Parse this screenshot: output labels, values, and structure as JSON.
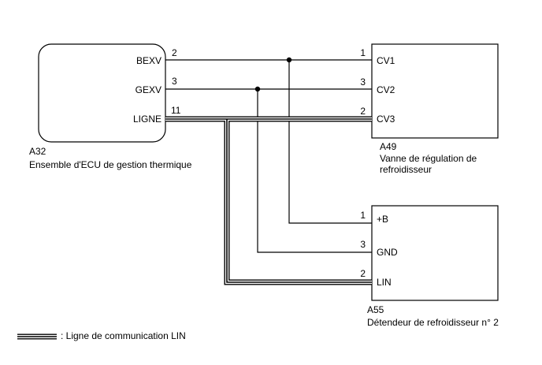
{
  "components": {
    "a32": {
      "id": "A32",
      "name": "Ensemble d'ECU de gestion thermique",
      "pins": [
        {
          "label": "BEXV",
          "number": "2"
        },
        {
          "label": "GEXV",
          "number": "3"
        },
        {
          "label": "LIGNE",
          "number": "11"
        }
      ]
    },
    "a49": {
      "id": "A49",
      "name_line1": "Vanne de régulation de",
      "name_line2": "refroidisseur",
      "pins": [
        {
          "label": "CV1",
          "number": "1"
        },
        {
          "label": "CV2",
          "number": "3"
        },
        {
          "label": "CV3",
          "number": "2"
        }
      ]
    },
    "a55": {
      "id": "A55",
      "name": "Détendeur de refroidisseur n° 2",
      "pins": [
        {
          "label": "+B",
          "number": "1"
        },
        {
          "label": "GND",
          "number": "3"
        },
        {
          "label": "LIN",
          "number": "2"
        }
      ]
    }
  },
  "legend": {
    "text": ": Ligne de communication LIN"
  }
}
